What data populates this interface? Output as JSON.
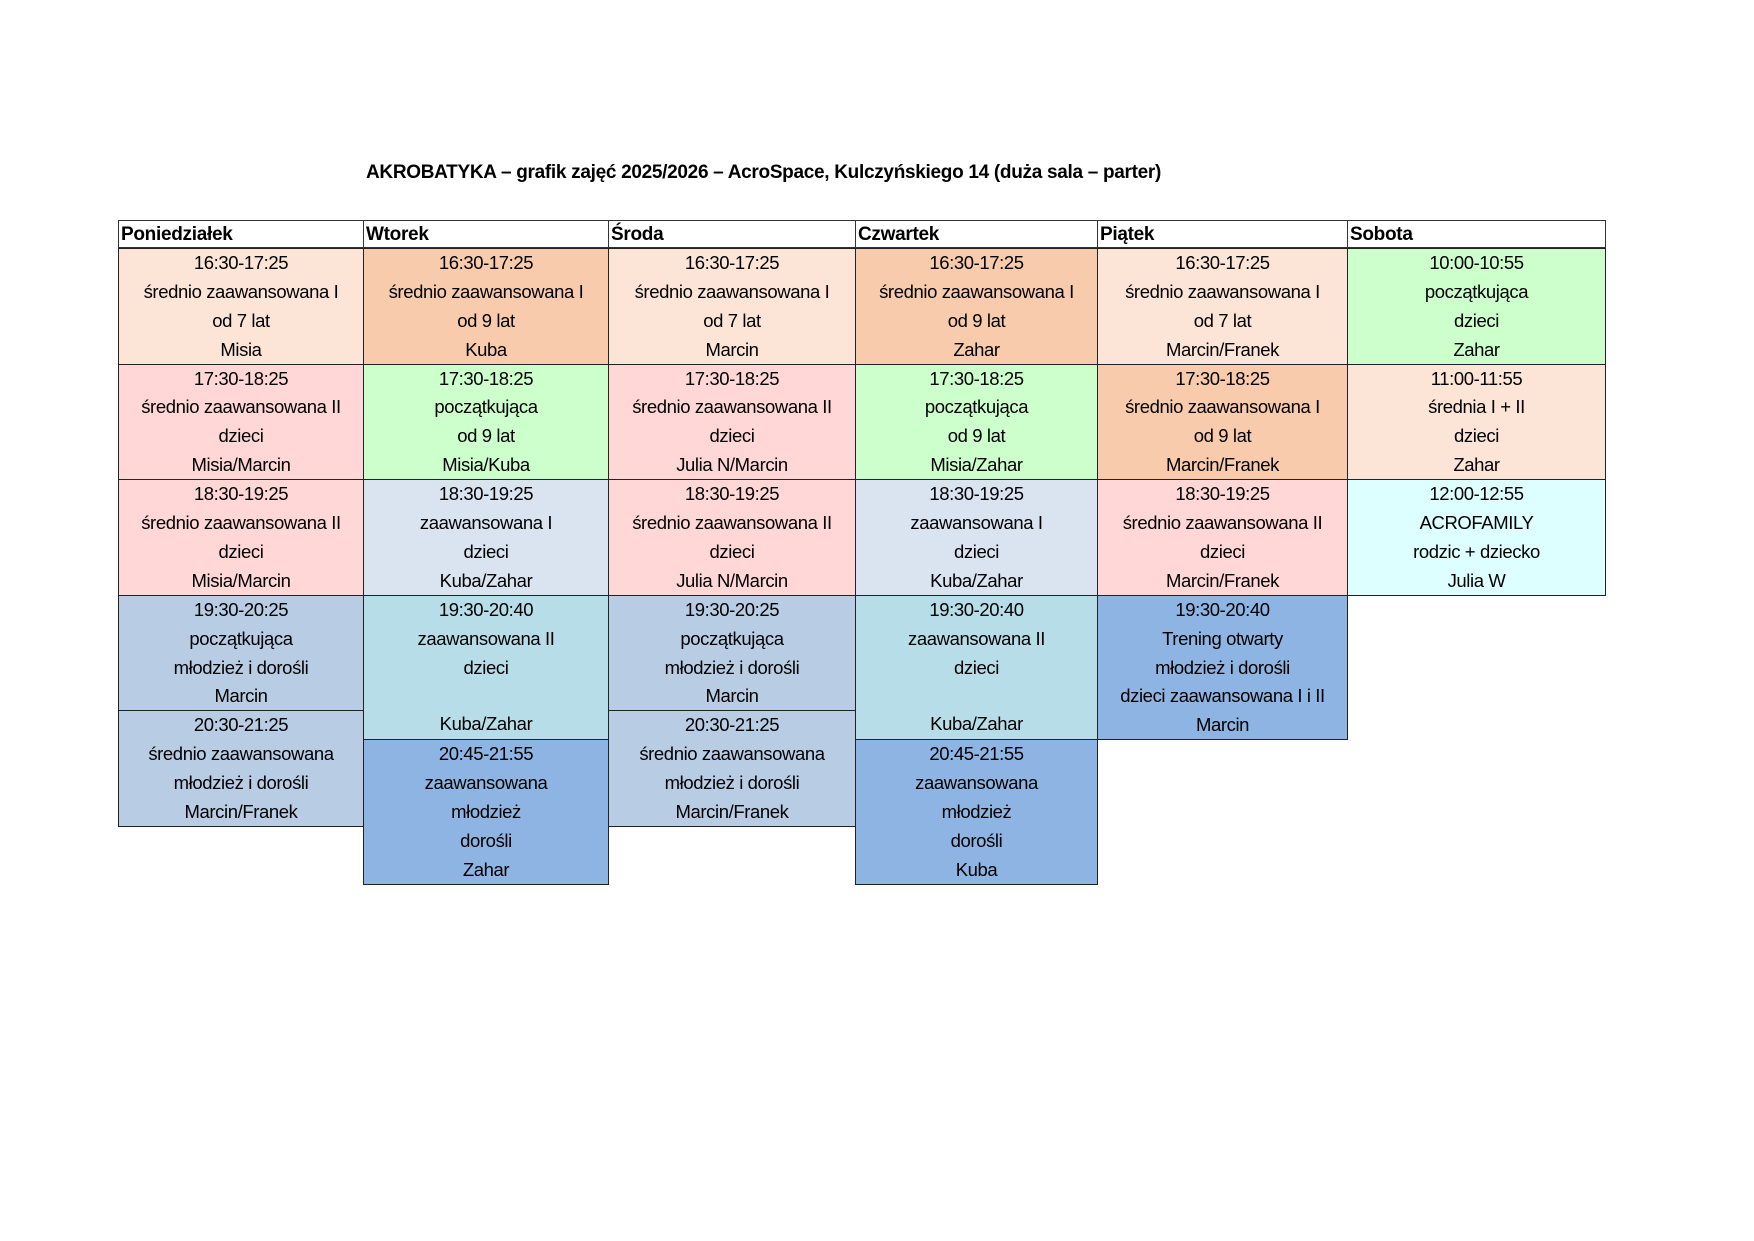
{
  "title": "AKROBATYKA – grafik zajęć 2025/2026 – AcroSpace, Kulczyńskiego 14 (duża sala – parter)",
  "colors": {
    "peach": "#FCE4D6",
    "orange": "#F8CBAD",
    "pink": "#FFD7D7",
    "green": "#CCFFCC",
    "pale_blue": "#DAE3F0",
    "slate_blue": "#B8CCE4",
    "teal": "#B7DEE8",
    "blue": "#8DB4E2",
    "cyan": "#DDFFFF"
  },
  "days": [
    {
      "name": "Poniedziałek",
      "classes": [
        {
          "color": "peach",
          "lines": [
            "16:30-17:25",
            "średnio zaawansowana I",
            "od 7 lat",
            "Misia"
          ]
        },
        {
          "color": "pink",
          "lines": [
            "17:30-18:25",
            "średnio zaawansowana II",
            "dzieci",
            "Misia/Marcin"
          ]
        },
        {
          "color": "pink",
          "lines": [
            "18:30-19:25",
            "średnio zaawansowana II",
            "dzieci",
            "Misia/Marcin"
          ]
        },
        {
          "color": "slate_blue",
          "lines": [
            "19:30-20:25",
            "początkująca",
            "młodzież i dorośli",
            "Marcin"
          ]
        },
        {
          "color": "slate_blue",
          "lines": [
            "20:30-21:25",
            "średnio zaawansowana",
            "młodzież i dorośli",
            "Marcin/Franek"
          ]
        }
      ]
    },
    {
      "name": "Wtorek",
      "classes": [
        {
          "color": "orange",
          "lines": [
            "16:30-17:25",
            "średnio zaawansowana I",
            "od 9 lat",
            "Kuba"
          ]
        },
        {
          "color": "green",
          "lines": [
            "17:30-18:25",
            "początkująca",
            "od 9 lat",
            "Misia/Kuba"
          ]
        },
        {
          "color": "pale_blue",
          "lines": [
            "18:30-19:25",
            "zaawansowana I",
            "dzieci",
            "Kuba/Zahar"
          ]
        },
        {
          "color": "teal",
          "lines": [
            "19:30-20:40",
            "zaawansowana II",
            "dzieci",
            "",
            "Kuba/Zahar"
          ]
        },
        {
          "color": "blue",
          "lines": [
            "20:45-21:55",
            "zaawansowana",
            "młodzież",
            "dorośli",
            "Zahar"
          ]
        }
      ]
    },
    {
      "name": "Środa",
      "classes": [
        {
          "color": "peach",
          "lines": [
            "16:30-17:25",
            "średnio zaawansowana I",
            "od 7 lat",
            "Marcin"
          ]
        },
        {
          "color": "pink",
          "lines": [
            "17:30-18:25",
            "średnio zaawansowana II",
            "dzieci",
            "Julia N/Marcin"
          ]
        },
        {
          "color": "pink",
          "lines": [
            "18:30-19:25",
            "średnio zaawansowana II",
            "dzieci",
            "Julia N/Marcin"
          ]
        },
        {
          "color": "slate_blue",
          "lines": [
            "19:30-20:25",
            "początkująca",
            "młodzież i dorośli",
            "Marcin"
          ]
        },
        {
          "color": "slate_blue",
          "lines": [
            "20:30-21:25",
            "średnio zaawansowana",
            "młodzież i dorośli",
            "Marcin/Franek"
          ]
        }
      ]
    },
    {
      "name": "Czwartek",
      "classes": [
        {
          "color": "orange",
          "lines": [
            "16:30-17:25",
            "średnio zaawansowana I",
            "od 9 lat",
            "Zahar"
          ]
        },
        {
          "color": "green",
          "lines": [
            "17:30-18:25",
            "początkująca",
            "od 9 lat",
            "Misia/Zahar"
          ]
        },
        {
          "color": "pale_blue",
          "lines": [
            "18:30-19:25",
            "zaawansowana I",
            "dzieci",
            "Kuba/Zahar"
          ]
        },
        {
          "color": "teal",
          "lines": [
            "19:30-20:40",
            "zaawansowana II",
            "dzieci",
            "",
            "Kuba/Zahar"
          ]
        },
        {
          "color": "blue",
          "lines": [
            "20:45-21:55",
            "zaawansowana",
            "młodzież",
            "dorośli",
            "Kuba"
          ]
        }
      ]
    },
    {
      "name": "Piątek",
      "classes": [
        {
          "color": "peach",
          "lines": [
            "16:30-17:25",
            "średnio zaawansowana I",
            "od 7 lat",
            "Marcin/Franek"
          ]
        },
        {
          "color": "orange",
          "lines": [
            "17:30-18:25",
            "średnio zaawansowana I",
            "od 9 lat",
            "Marcin/Franek"
          ]
        },
        {
          "color": "pink",
          "lines": [
            "18:30-19:25",
            "średnio zaawansowana II",
            "dzieci",
            "Marcin/Franek"
          ]
        },
        {
          "color": "blue",
          "lines": [
            "19:30-20:40",
            "Trening otwarty",
            "młodzież i dorośli",
            "dzieci zaawansowana I i II",
            "Marcin"
          ]
        }
      ]
    },
    {
      "name": "Sobota",
      "classes": [
        {
          "color": "green",
          "lines": [
            "10:00-10:55",
            "początkująca",
            "dzieci",
            "Zahar"
          ]
        },
        {
          "color": "peach",
          "lines": [
            "11:00-11:55",
            "średnia I + II",
            "dzieci",
            "Zahar"
          ]
        },
        {
          "color": "cyan",
          "lines": [
            "12:00-12:55",
            "ACROFAMILY",
            "rodzic + dziecko",
            "Julia W"
          ]
        }
      ]
    }
  ]
}
